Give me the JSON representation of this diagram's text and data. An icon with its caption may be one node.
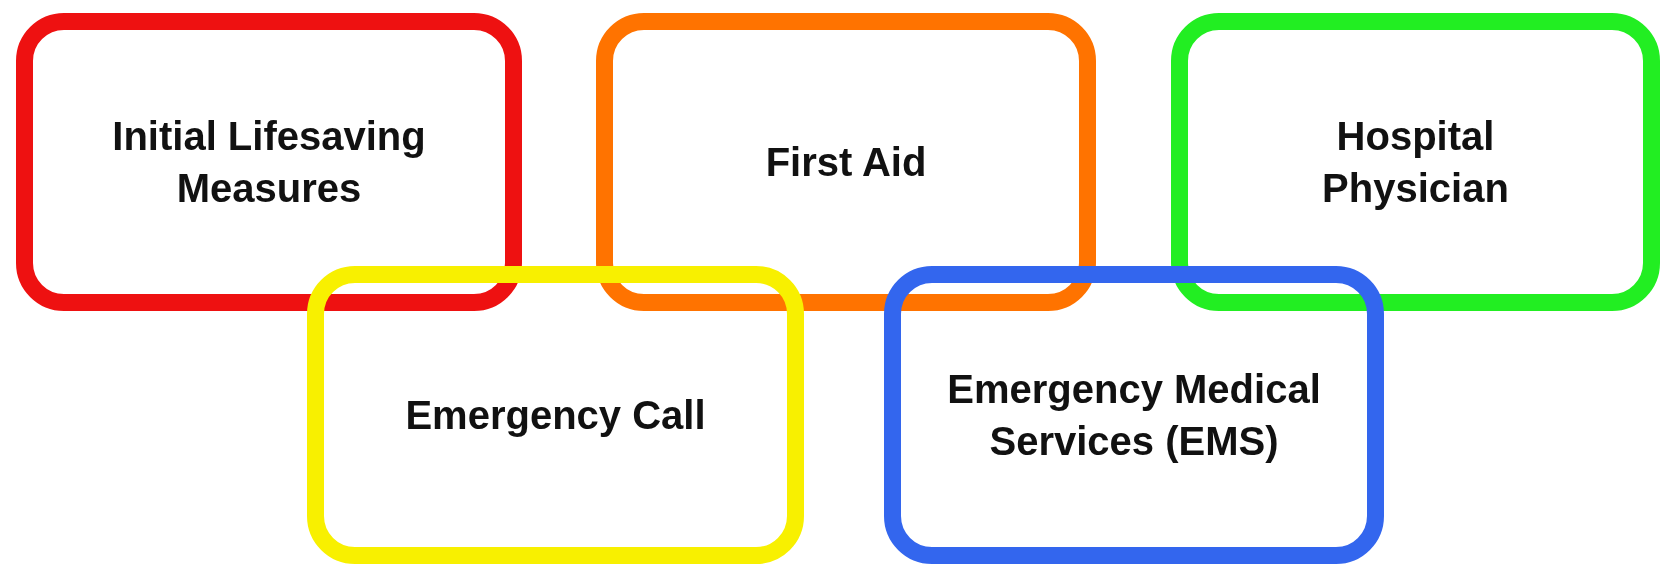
{
  "diagram": {
    "nodes": [
      {
        "text": [
          "Initial Lifesaving Measures"
        ]
      },
      {
        "text": [
          "First Aid"
        ]
      },
      {
        "text": [
          "Hospital Physician"
        ]
      },
      {
        "text": [
          "Emergency Call"
        ]
      },
      {
        "text": [
          "Emergency Medical Services (EMS)"
        ]
      }
    ]
  }
}
